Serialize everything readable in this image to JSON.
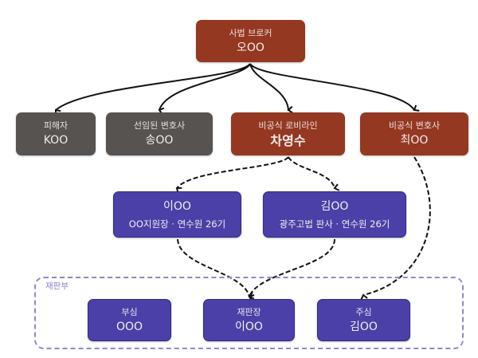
{
  "nodes": {
    "broker": {
      "role": "사법 브로커",
      "name": "오OO",
      "color": "#943821"
    },
    "victim": {
      "role": "피해자",
      "name": "KOO",
      "color": "#575350"
    },
    "hired_lawyer": {
      "role": "선임된 변호사",
      "name": "송OO",
      "color": "#575350"
    },
    "lobby_line": {
      "role": "비공식 로비라인",
      "name": "차영수",
      "color": "#943821"
    },
    "informal_lawyer": {
      "role": "비공식 변호사",
      "name": "최OO",
      "color": "#943821"
    },
    "lee": {
      "name": "이OO",
      "detail": "OO지원장 · 연수원 26기",
      "color": "#4a40a8"
    },
    "kim": {
      "name": "김OO",
      "detail": "광주고법 판사 · 연수원 26기",
      "color": "#4a40a8"
    },
    "associate_judge": {
      "role": "부심",
      "name": "OOO",
      "color": "#4a40a8"
    },
    "presiding_judge": {
      "role": "재판장",
      "name": "이OO",
      "color": "#4a40a8"
    },
    "lead_judge": {
      "role": "주심",
      "name": "김OO",
      "color": "#4a40a8"
    }
  },
  "group": {
    "label": "재판부",
    "border_color": "#8f86d0"
  },
  "edges": [
    {
      "from": "broker",
      "to": "victim",
      "style": "solid"
    },
    {
      "from": "broker",
      "to": "hired_lawyer",
      "style": "solid"
    },
    {
      "from": "broker",
      "to": "lobby_line",
      "style": "solid"
    },
    {
      "from": "broker",
      "to": "informal_lawyer",
      "style": "solid"
    },
    {
      "from": "lobby_line",
      "to": "lee",
      "style": "dashed"
    },
    {
      "from": "lobby_line",
      "to": "kim",
      "style": "dashed"
    },
    {
      "from": "lee",
      "to": "presiding_judge",
      "style": "dashed"
    },
    {
      "from": "kim",
      "to": "presiding_judge",
      "style": "dashed"
    },
    {
      "from": "informal_lawyer",
      "to": "lead_judge",
      "style": "dashed"
    }
  ]
}
